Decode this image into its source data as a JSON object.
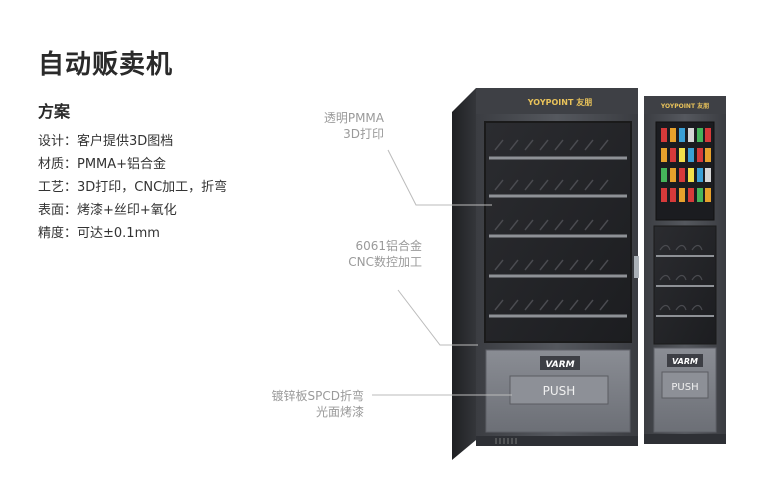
{
  "title": "自动贩卖机",
  "scheme": {
    "heading": "方案",
    "specs": [
      "设计：客户提供3D图档",
      "材质：PMMA+铝合金",
      "工艺：3D打印，CNC加工，折弯",
      "表面：烤漆+丝印+氧化",
      "精度：可达±0.1mm"
    ]
  },
  "callouts": {
    "pmma": [
      "透明PMMA",
      "3D打印"
    ],
    "alu": [
      "6061铝合金",
      "CNC数控加工"
    ],
    "steel": [
      "镀锌板SPCD折弯",
      "光面烤漆"
    ]
  },
  "machine": {
    "left": {
      "brand": "YOYPOINT 友朋",
      "badge": "VARM",
      "push": "PUSH"
    },
    "right": {
      "brand": "YOYPOINT 友朋",
      "badge": "VARM",
      "push": "PUSH"
    }
  },
  "colors": {
    "body": "#4a4c52",
    "frame": "#2e3035",
    "panel": "#7d8088",
    "callout_text": "#9a9a9a"
  }
}
